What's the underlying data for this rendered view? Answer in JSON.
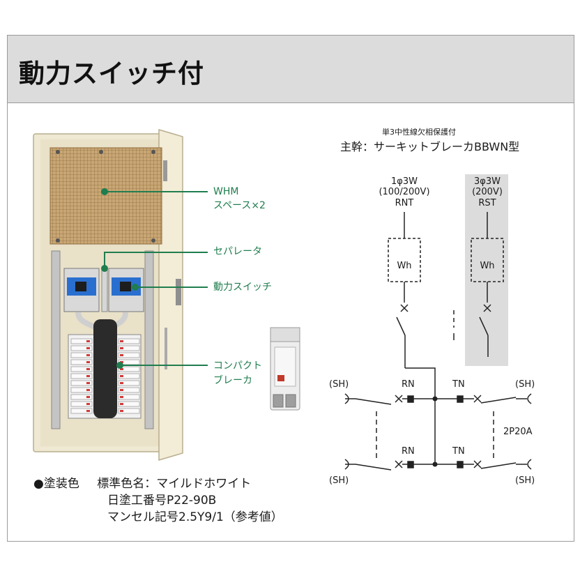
{
  "title": "動力スイッチ付",
  "photo_labels": {
    "whm": "WHM",
    "whm_space": "スペース×2",
    "separator": "セパレータ",
    "power_switch": "動力スイッチ",
    "compact": "コンパクト",
    "breaker": "ブレーカ"
  },
  "diagram": {
    "note": "単3中性線欠相保護付",
    "main_trunk": "主幹：サーキットブレーカBBWN型",
    "left_system": [
      "1φ3W",
      "(100/200V)",
      "RNT"
    ],
    "right_system": [
      "3φ3W",
      "(200V)",
      "RST"
    ],
    "wh": "Wh",
    "sh": "(SH)",
    "rn": "RN",
    "tn": "TN",
    "rating": "2P20A"
  },
  "paint": {
    "heading": "●塗装色",
    "line1": "標準色名：マイルドホワイト",
    "line2": "日塗工番号P22-90B",
    "line3": "マンセル記号2.5Y9/1（参考値）"
  },
  "colors": {
    "label_green": "#1f7d4e",
    "header_gray": "#dcdcdc",
    "cabinet_cream": "#efe8d2",
    "board_tan": "#c9a775",
    "shaded_panel": "#dcdcdc"
  }
}
